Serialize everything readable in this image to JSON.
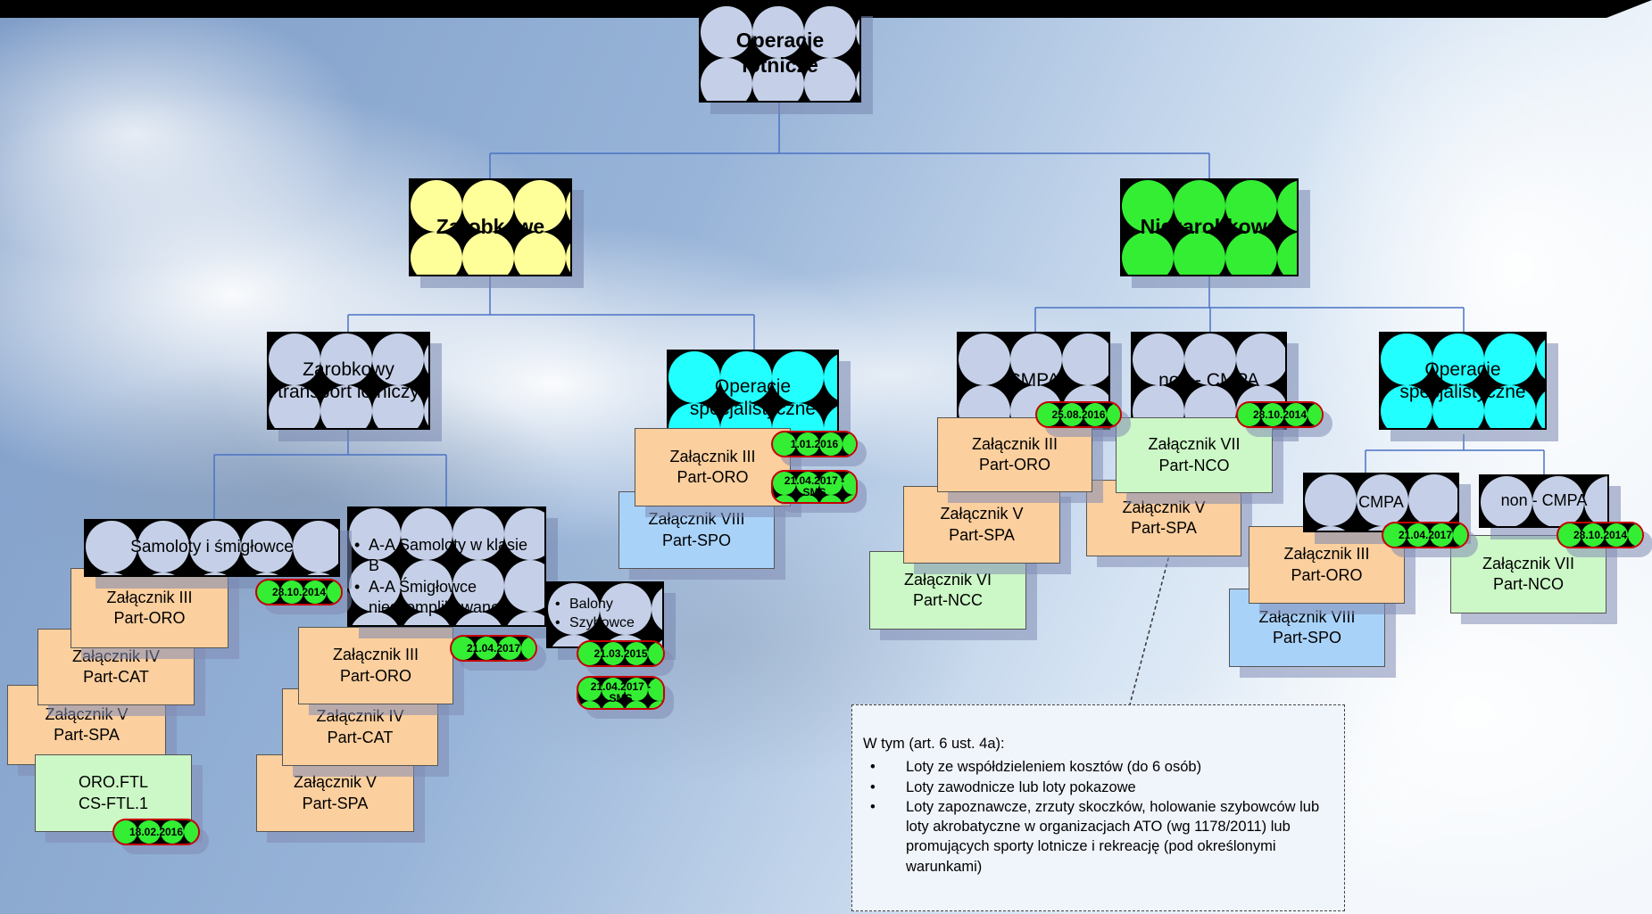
{
  "diagram": {
    "root": {
      "label": "Operacje lotnicze"
    },
    "level1": {
      "commercial": {
        "label": "Zarobkowe"
      },
      "noncommercial": {
        "label": "Niezarobkowe"
      }
    },
    "level2": {
      "cat": {
        "label": "Zarobkowy transport lotniczy"
      },
      "spo_commercial": {
        "label": "Operacje specjalistyczne"
      },
      "cmpa": {
        "label": "CMPA"
      },
      "noncmpa": {
        "label": "non - CMPA"
      },
      "spo_noncommercial": {
        "label": "Operacje specjalistyczne"
      }
    },
    "level3": {
      "planes": {
        "label": "Samoloty i śmigłowce"
      },
      "aa": {
        "items": [
          "A-A Samoloty w klasie B",
          "A-A Śmigłowce nieskomplikowane"
        ]
      },
      "balloons": {
        "items": [
          "Balony",
          "Szybowce"
        ]
      },
      "spo_cmpa": {
        "label": "CMPA"
      },
      "spo_noncmpa": {
        "label": "non - CMPA"
      }
    },
    "cards": {
      "planes_oro": "Załącznik III\nPart-ORO",
      "planes_cat": "Załącznik IV\nPart-CAT",
      "planes_spa": "Załącznik V\nPart-SPA",
      "planes_ftl": "ORO.FTL\nCS-FTL.1",
      "aa_oro": "Załącznik III\nPart-ORO",
      "aa_cat": "Załącznik IV\nPart-CAT",
      "aa_spa": "Załącznik V\nPart-SPA",
      "spo_oro": "Załącznik III\nPart-ORO",
      "spo_spo": "Załącznik VIII\nPart-SPO",
      "cmpa_oro": "Załącznik III\nPart-ORO",
      "cmpa_spa": "Załącznik V\nPart-SPA",
      "cmpa_ncc": "Załącznik VI\nPart-NCC",
      "noncmpa_nco": "Załącznik VII\nPart-NCO",
      "noncmpa_spa": "Załącznik V\nPart-SPA",
      "spo2_oro": "Załącznik III\nPart-ORO",
      "spo2_spo": "Załącznik VIII\nPart-SPO",
      "spo2_nco": "Załącznik VII\nPart-NCO"
    },
    "badges": {
      "planes": "28.10.2014",
      "ftl": "18.02.2016",
      "aa": "21.04.2017",
      "balloons_date": "21.03.2015",
      "balloons_sms": "21.04.2017 - SMS",
      "spo_date": "1.01.2016",
      "spo_sms": "21.04.2017 - SMS",
      "cmpa": "25.08.2016",
      "noncmpa": "28.10.2014",
      "spo2_cmpa": "21.04.2017",
      "spo2_noncmpa": "28.10.2014"
    },
    "note": {
      "intro": "W tym (art. 6 ust. 4a):",
      "items": [
        "Loty ze współdzieleniem kosztów (do 6 osób)",
        "Loty zawodnicze lub loty pokazowe",
        "Loty zapoznawcze, zrzuty skoczków, holowanie szybowców lub loty akrobatyczne w organizacjach ATO (wg 1178/2011) lub promujących sporty lotnicze i rekreację (pod określonymi warunkami)"
      ]
    }
  },
  "colors": {
    "connector": "#4a72c4",
    "pattern_fill": "#c5d0e8",
    "pattern_yellow": "#ffff99",
    "pattern_green": "#33ee33",
    "pattern_cyan": "#22ffff",
    "card_orange": "#fbcf9e",
    "card_green": "#ccf7c6",
    "card_blue": "#a9d2f8",
    "badge_border": "#c40000"
  }
}
